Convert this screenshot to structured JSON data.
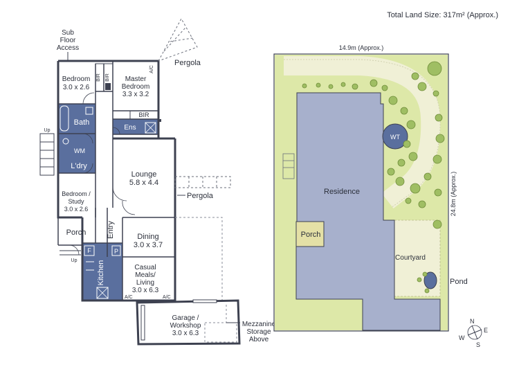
{
  "header": {
    "land_size": "Total Land Size: 317m² (Approx.)"
  },
  "floor_plan": {
    "rooms": {
      "bedroom": {
        "name": "Bedroom",
        "size": "3.0 x 2.6"
      },
      "master": {
        "name1": "Master",
        "name2": "Bedroom",
        "size": "3.3 x 3.2"
      },
      "bath": "Bath",
      "ens": "Ens",
      "wm": "WM",
      "laundry": "L'dry",
      "study": {
        "name1": "Bedroom /",
        "name2": "Study",
        "size": "3.0 x 2.6"
      },
      "lounge": {
        "name": "Lounge",
        "size": "5.8 x 4.4"
      },
      "porch": "Porch",
      "entry": "Entry",
      "dining": {
        "name": "Dining",
        "size": "3.0 x 3.7"
      },
      "kitchen": "Kitchen",
      "fridge": "F",
      "pantry": "P",
      "casual": {
        "name1": "Casual",
        "name2": "Meals/",
        "name3": "Living",
        "size": "3.0 x 6.3"
      },
      "garage": {
        "name1": "Garage /",
        "name2": "Workshop",
        "size": "3.0 x 6.3"
      }
    },
    "labels": {
      "subfloor": {
        "l1": "Sub",
        "l2": "Floor",
        "l3": "Access"
      },
      "bir": "BIR",
      "ac": "A/C",
      "up": "Up",
      "pergola": "Pergola",
      "mezzanine": {
        "l1": "Mezzanine",
        "l2": "Storage",
        "l3": "Above"
      }
    }
  },
  "site_plan": {
    "width_label": "14.9m (Approx.)",
    "depth_label": "24.8m (Approx.)",
    "residence": "Residence",
    "porch": "Porch",
    "water_tank": "WT",
    "courtyard": "Courtyard",
    "pond": "Pond",
    "compass": {
      "n": "N",
      "e": "E",
      "s": "S",
      "w": "W"
    }
  },
  "colors": {
    "wall": "#3d4150",
    "wet_area": "#5a6f9e",
    "residence": "#a7b0cc",
    "grass": "#dde8a8",
    "path": "#f0f0d6",
    "tree": "#9fbe63",
    "porch_site": "#e4e0a6"
  }
}
